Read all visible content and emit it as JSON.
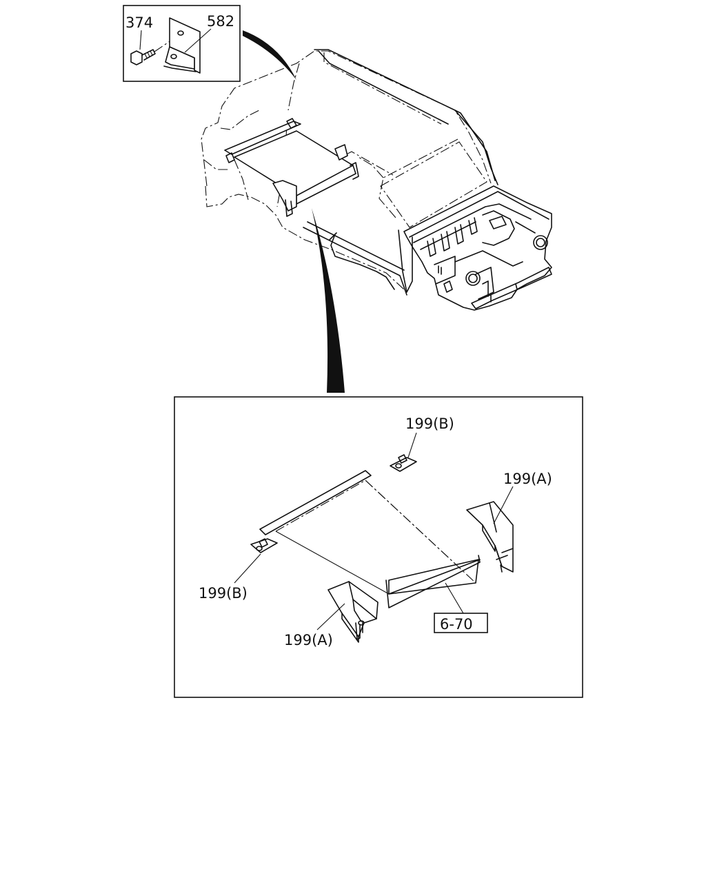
{
  "callouts": {
    "bolt": "374",
    "bracket": "582",
    "clip_top": "199(B)",
    "clip_left": "199(B)",
    "bracket_right": "199(A)",
    "bracket_front": "199(A)",
    "reference": "6-70"
  },
  "colors": {
    "line": "#111111",
    "background": "#ffffff"
  }
}
